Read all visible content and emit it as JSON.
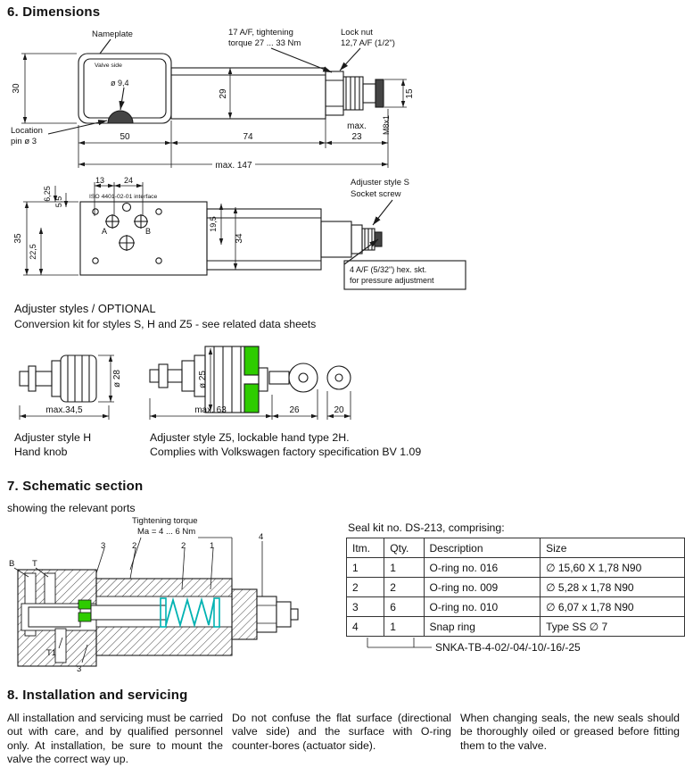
{
  "sections": {
    "dimensions_title": "6.  Dimensions",
    "schematic_title": "7.  Schematic section",
    "schematic_subtitle": "showing the relevant ports",
    "install_title": "8.  Installation and servicing"
  },
  "fig_side": {
    "nameplate_label": "Nameplate",
    "valve_side": "Valve side",
    "torque_note": [
      "17 A/F, tightening",
      "torque 27 ... 33 Nm"
    ],
    "lock_nut_note": [
      "Lock nut",
      "12,7 A/F (1/2\")"
    ],
    "dim_height": "30",
    "dia_hole": "ø 9,4",
    "dim_body_height": "29",
    "dim_stud": "15",
    "thread": "M8x1",
    "location_pin": [
      "Location",
      "pin ø 3"
    ],
    "dim_nameplate_len": "50",
    "dim_body_len": "74",
    "dim_end": [
      "max.",
      "23"
    ],
    "dim_total": "max. 147"
  },
  "fig_top": {
    "dim_13": "13",
    "dim_24": "24",
    "dim_625": "6,25",
    "dim_55": "5,5",
    "iso_note": "ISO 4401-02-01 interface",
    "dim_35": "35",
    "dim_225": "22,5",
    "dim_195": "19,5",
    "dim_34": "34",
    "port_a": "A",
    "port_b": "B",
    "adjuster_note": [
      "Adjuster style S",
      "Socket screw"
    ],
    "hex_note": [
      "4 A/F (5/32\") hex. skt.",
      "for pressure adjustment"
    ]
  },
  "fig_adjusters": {
    "header": "Adjuster styles / OPTIONAL",
    "subheader": "Conversion kit for styles S, H and Z5  -  see related data sheets",
    "dia_h": "ø 28",
    "dim_h_len": "max.34,5",
    "dia_z5": "ø 25",
    "dim_z5_len": "max. 63",
    "dim_26": "26",
    "dim_20": "20",
    "caption_h": [
      "Adjuster style H",
      "Hand knob"
    ],
    "caption_z5": [
      "Adjuster style Z5, lockable hand type 2H.",
      "Complies with Volkswagen factory specification BV 1.09"
    ]
  },
  "fig_schematic": {
    "torque_note": [
      "Tightening torque",
      "Ma = 4 ... 6 Nm"
    ],
    "callout_3a": "3",
    "callout_2a": "2",
    "callout_2b": "2",
    "callout_1": "1",
    "callout_4": "4",
    "port_b": "B",
    "port_t": "T",
    "port_t1": "T1",
    "callout_3b": "3"
  },
  "seal_kit": {
    "title": "Seal kit no. DS-213, comprising:",
    "headers": [
      "Itm.",
      "Qty.",
      "Description",
      "Size"
    ],
    "rows": [
      [
        "1",
        "1",
        "O-ring no. 016",
        "∅ 15,60 X 1,78 N90"
      ],
      [
        "2",
        "2",
        "O-ring no. 009",
        "∅  5,28 x 1,78 N90"
      ],
      [
        "3",
        "6",
        "O-ring no. 010",
        "∅  6,07 x 1,78 N90"
      ],
      [
        "4",
        "1",
        "Snap ring",
        "Type SS ∅ 7"
      ]
    ],
    "footer": "SNKA-TB-4-02/-04/-10/-16/-25"
  },
  "install": {
    "col1": "All installation and servicing  must be carried out with care, and by qualified personnel only. At installation, be sure to mount the valve the correct way up.",
    "col2": "Do not confuse the flat surface (directional valve side) and the surface with O-ring counter-bores (actuator side).",
    "col3": "When changing seals, the new seals should be thoroughly oiled or greased before fitting them to the valve."
  },
  "colors": {
    "accent_green": "#2ecc00",
    "accent_teal": "#00b2b2",
    "line": "#1a1a1a"
  }
}
